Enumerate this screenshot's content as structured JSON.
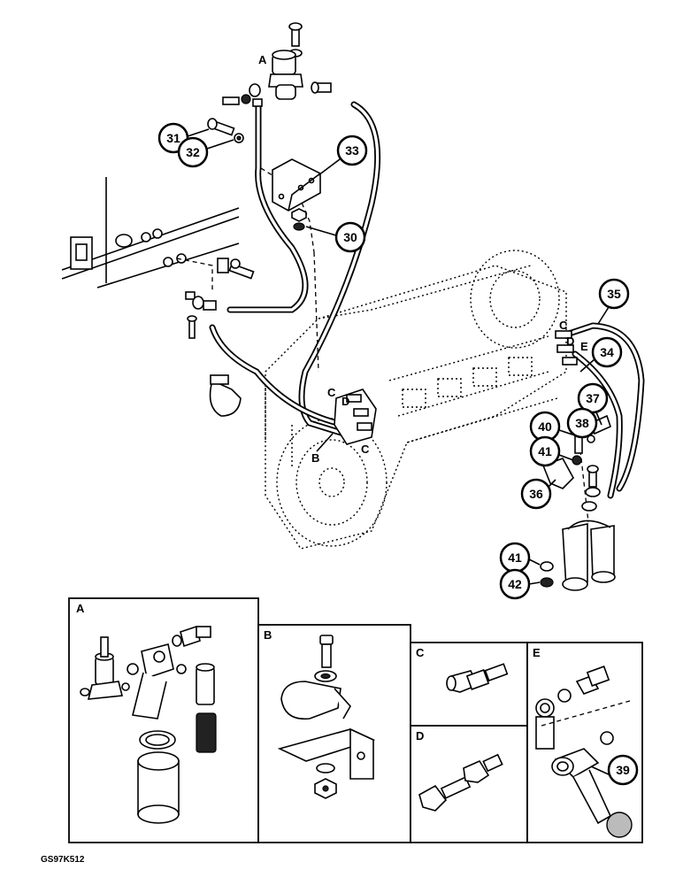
{
  "callouts": [
    {
      "id": "31",
      "label": "31"
    },
    {
      "id": "32",
      "label": "32"
    },
    {
      "id": "33",
      "label": "33"
    },
    {
      "id": "30",
      "label": "30"
    },
    {
      "id": "35",
      "label": "35"
    },
    {
      "id": "34",
      "label": "34"
    },
    {
      "id": "37",
      "label": "37"
    },
    {
      "id": "38",
      "label": "38"
    },
    {
      "id": "40",
      "label": "40"
    },
    {
      "id": "41a",
      "label": "41"
    },
    {
      "id": "36",
      "label": "36"
    },
    {
      "id": "41b",
      "label": "41"
    },
    {
      "id": "42",
      "label": "42"
    },
    {
      "id": "39",
      "label": "39"
    }
  ],
  "view_letters": {
    "a_top": "A",
    "c_left": "C",
    "d_left": "D",
    "c_left2": "C",
    "b_main": "B",
    "c_right": "C",
    "d_right": "D",
    "e_right": "E"
  },
  "panels": {
    "A": "A",
    "B": "B",
    "C": "C",
    "D": "D",
    "E": "E"
  },
  "footer_code": "GS97K512"
}
